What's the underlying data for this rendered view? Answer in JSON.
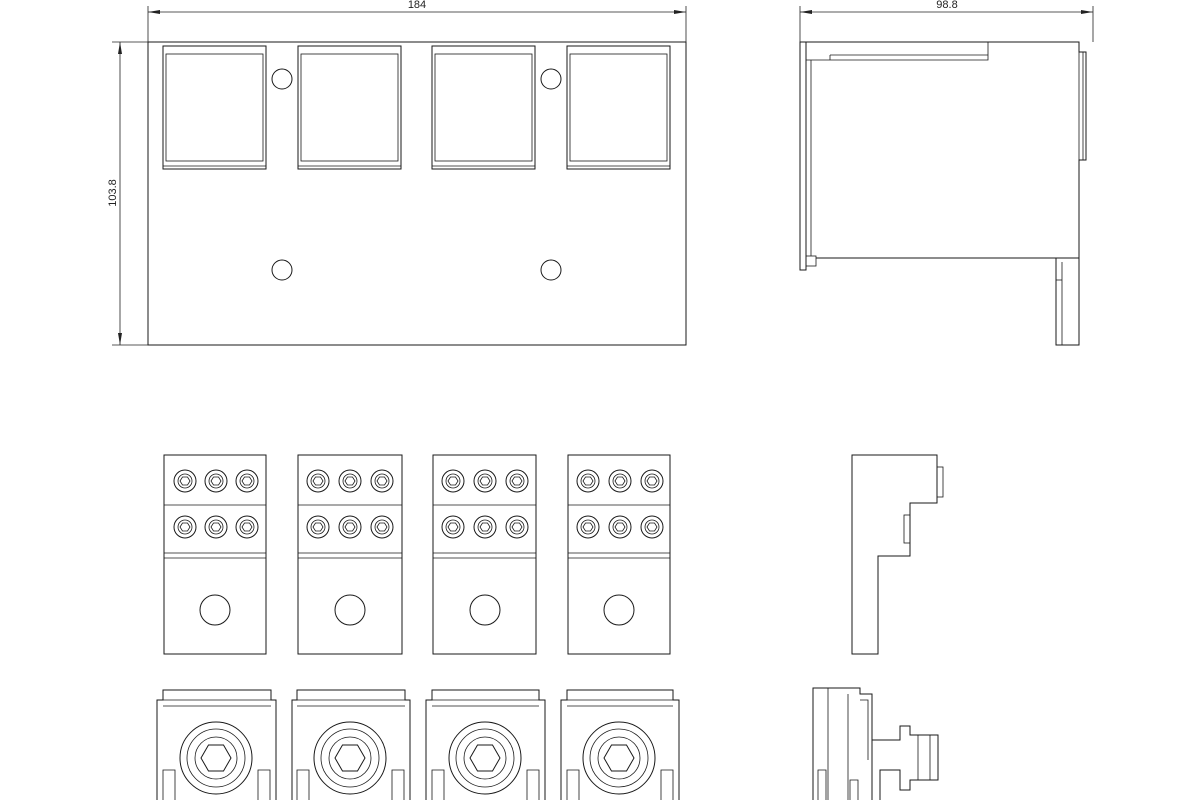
{
  "dimensions": {
    "width": "184",
    "depth": "98.8",
    "height": "103.8"
  },
  "terminals": {
    "count": 4
  }
}
